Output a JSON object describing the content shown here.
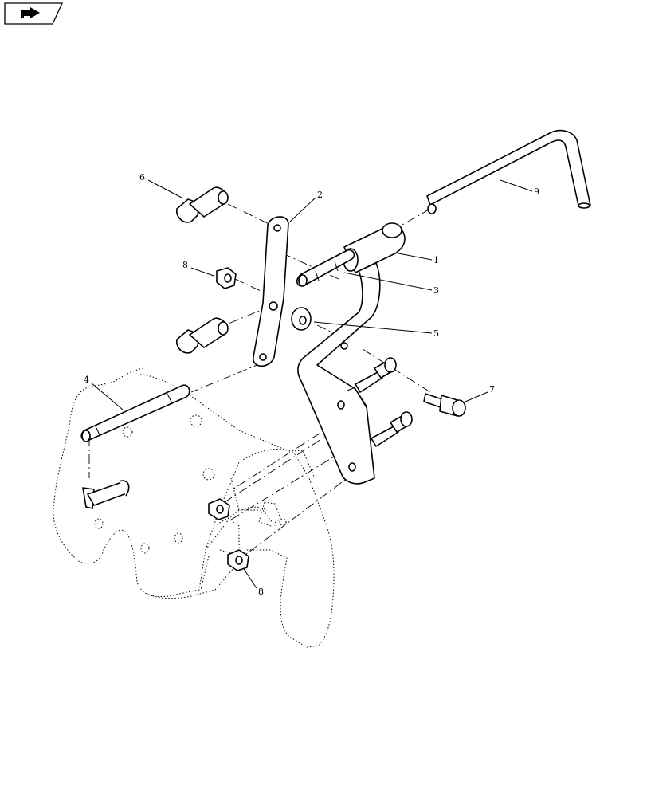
{
  "nav": {
    "icon": "return-arrow-icon"
  },
  "callouts": [
    {
      "id": "c1",
      "label": "1"
    },
    {
      "id": "c2",
      "label": "2"
    },
    {
      "id": "c3",
      "label": "3"
    },
    {
      "id": "c4",
      "label": "4"
    },
    {
      "id": "c5",
      "label": "5"
    },
    {
      "id": "c6",
      "label": "6"
    },
    {
      "id": "c7",
      "label": "7"
    },
    {
      "id": "c8a",
      "label": "8"
    },
    {
      "id": "c8b",
      "label": "8"
    },
    {
      "id": "c9",
      "label": "9"
    }
  ]
}
